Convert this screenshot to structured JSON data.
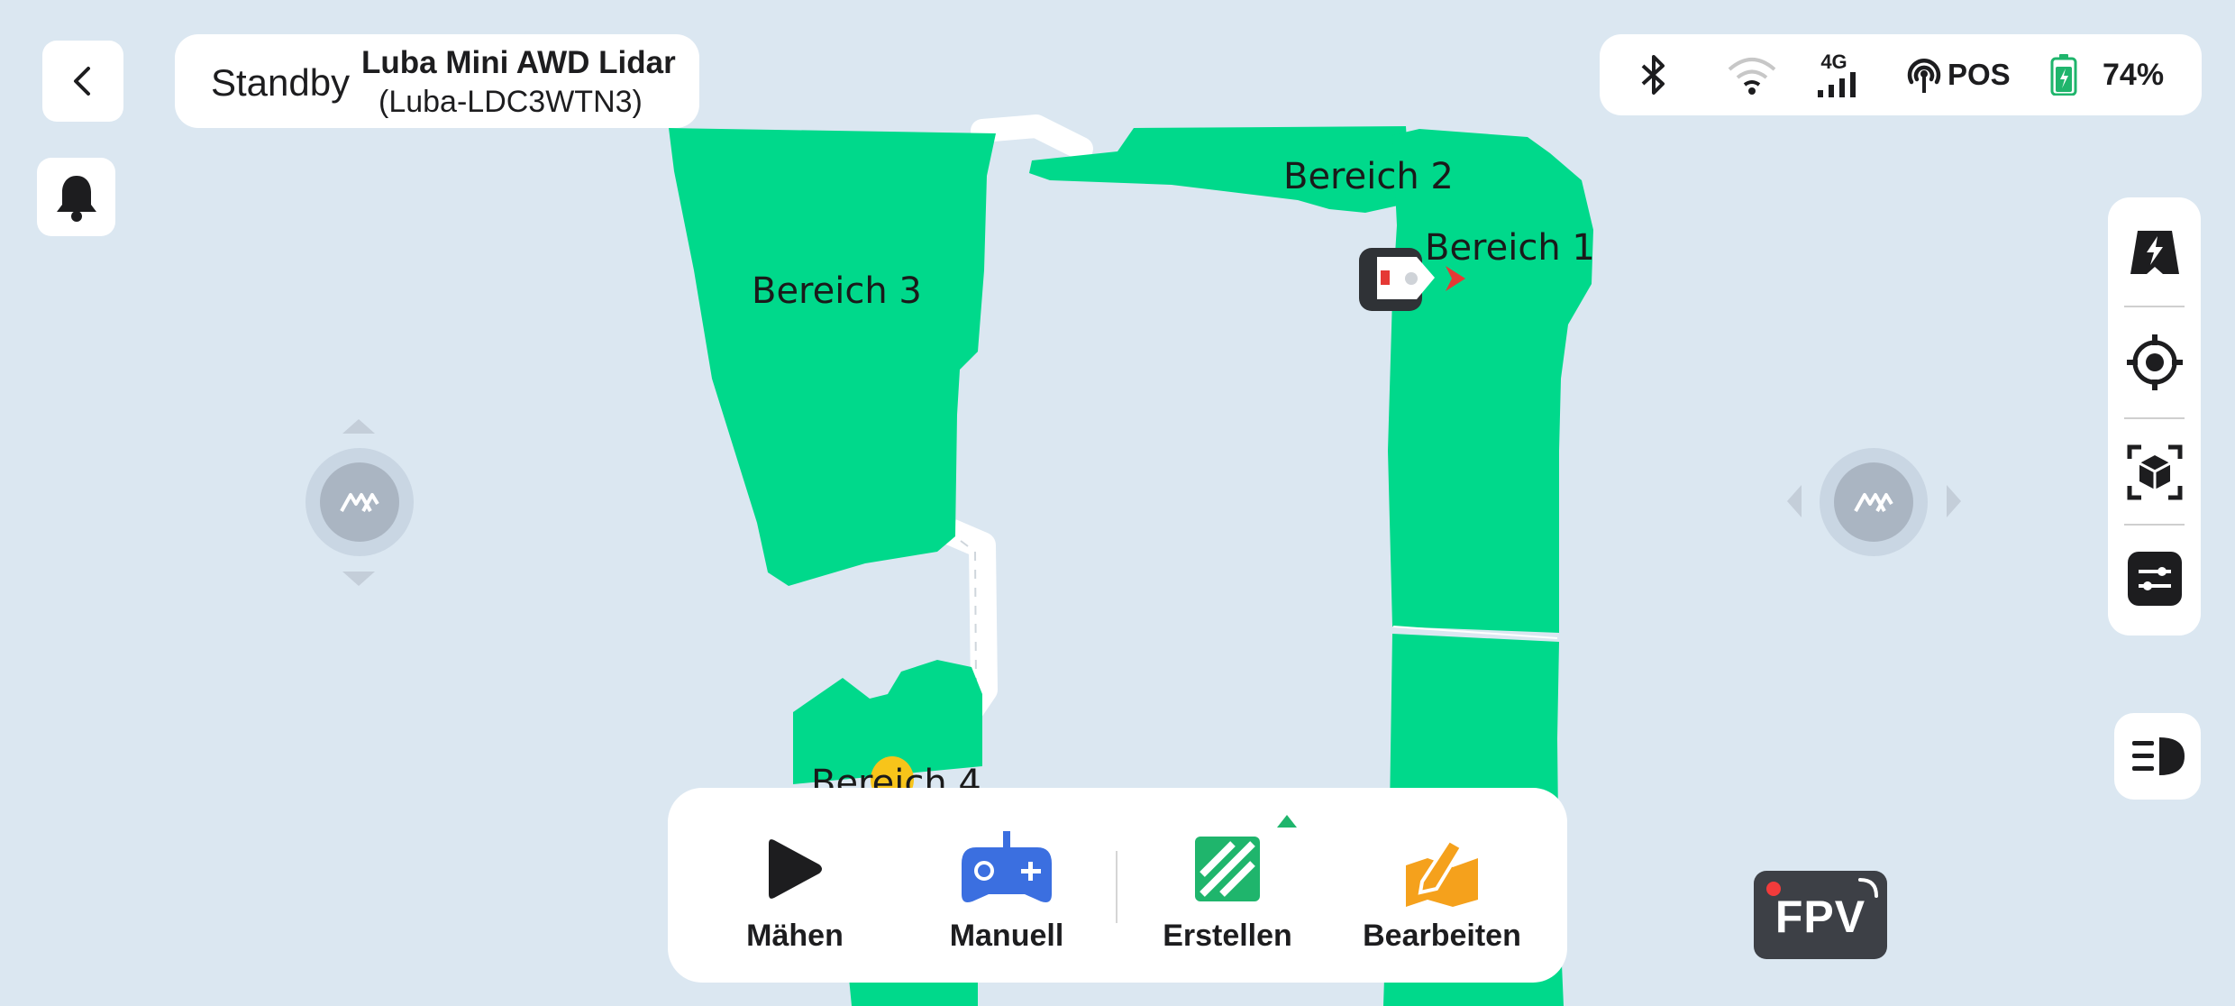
{
  "header": {
    "status": "Standby",
    "device_name": "Luba Mini AWD Lidar",
    "device_id": "(Luba-LDC3WTN3)"
  },
  "status_bar": {
    "network_label": "4G",
    "positioning_label": "POS",
    "battery_percent": "74%",
    "battery_level": 0.74,
    "icons": [
      "bluetooth-icon",
      "wifi-icon",
      "cellular-4g-icon",
      "rtk-position-icon",
      "battery-icon"
    ]
  },
  "map": {
    "zones": [
      {
        "name": "Bereich 3"
      },
      {
        "name": "Bereich 2"
      },
      {
        "name": "Bereich 1"
      },
      {
        "name": "Bereich 4"
      }
    ],
    "zone_color": "#00d98b",
    "path_color": "#ffffff"
  },
  "right_toolbar": {
    "tools": [
      "quick-charge-icon",
      "locate-icon",
      "3d-view-icon",
      "settings-sliders-icon"
    ],
    "light": "headlight-icon"
  },
  "actions": [
    {
      "label": "Mähen",
      "icon": "play-icon",
      "color": "#1d1d1f"
    },
    {
      "label": "Manuell",
      "icon": "gamepad-icon",
      "color": "#3b6fe0"
    },
    {
      "label": "Erstellen",
      "icon": "create-area-icon",
      "color": "#1fb56c"
    },
    {
      "label": "Bearbeiten",
      "icon": "edit-area-icon",
      "color": "#f5a11c"
    }
  ],
  "fpv": {
    "label": "FPV"
  },
  "colors": {
    "background": "#dbe7f1",
    "accent_green": "#00d98b",
    "robot_arrow": "#e53935"
  }
}
